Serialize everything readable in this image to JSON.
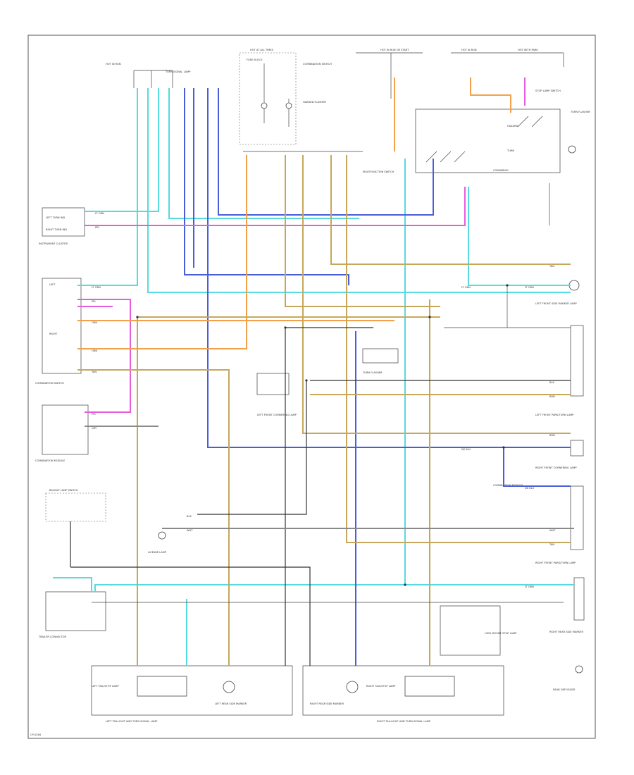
{
  "colors": {
    "cyan": "#56dbe0",
    "orange": "#f2a14a",
    "magenta": "#e85be0",
    "blue": "#4a5ed8",
    "tan": "#c6a85a",
    "black": "#333333",
    "gray": "#8a8a8a",
    "frame": "#555555"
  },
  "labels": {
    "hot_at_all_times": "HOT AT ALL TIMES",
    "hot_in_run": "HOT IN RUN",
    "hot_in_run_start": "HOT IN RUN OR START",
    "hot_with_park": "HOT WITH PARK",
    "fuse_block": "FUSE BLOCK",
    "combination_switch": "COMBINATION SWITCH",
    "hazard_flasher": "HAZARD FLASHER",
    "turn_flasher": "TURN FLASHER",
    "stop_lamp_switch": "STOP LAMP SWITCH",
    "left_turn_ind": "LEFT TURN IND",
    "right_turn_ind": "RIGHT TURN IND",
    "instrument_cluster": "INSTRUMENT CLUSTER",
    "multifunction_switch": "MULTIFUNCTION SWITCH",
    "turn_signal_lamp": "TURN SIGNAL LAMP",
    "hazard": "HAZARD",
    "turn": "TURN",
    "cornering": "CORNERING",
    "left_front_side_marker": "LEFT FRONT SIDE MARKER LAMP",
    "left_front_cornering": "LEFT FRONT CORNERING LAMP",
    "left_front_park_turn": "LEFT FRONT PARK/TURN LAMP",
    "right_front_cornering": "RIGHT FRONT CORNERING LAMP",
    "right_front_park_turn": "RIGHT FRONT PARK/TURN LAMP",
    "combination_module": "COMBINATION MODULE",
    "rear_defogger": "REAR DEFOGGER",
    "backup_lamp_switch": "BACKUP LAMP SWITCH",
    "license_lamp": "LICENSE LAMP",
    "left_rear_side_marker": "LEFT REAR SIDE MARKER",
    "right_rear_side_marker": "RIGHT REAR SIDE MARKER",
    "left_tail_stop": "LEFT TAIL/STOP LAMP",
    "right_tail_stop": "RIGHT TAIL/STOP LAMP",
    "left_tail_group": "LEFT TAILLIGHT AND TURN SIGNAL LAMP",
    "right_tail_group": "RIGHT TAILLIGHT AND TURN SIGNAL LAMP",
    "high_mount_stop": "HIGH MOUNT STOP LAMP",
    "trailer_connector": "TRAILER CONNECTOR",
    "lt_grn": "LT GRN",
    "dk_blu": "DK BLU",
    "ppl": "PPL",
    "brn": "BRN",
    "tan": "TAN",
    "wht": "WHT",
    "blk": "BLK",
    "orn": "ORN",
    "gry": "GRY",
    "left": "LEFT",
    "right": "RIGHT",
    "ref": "CP-0284"
  }
}
